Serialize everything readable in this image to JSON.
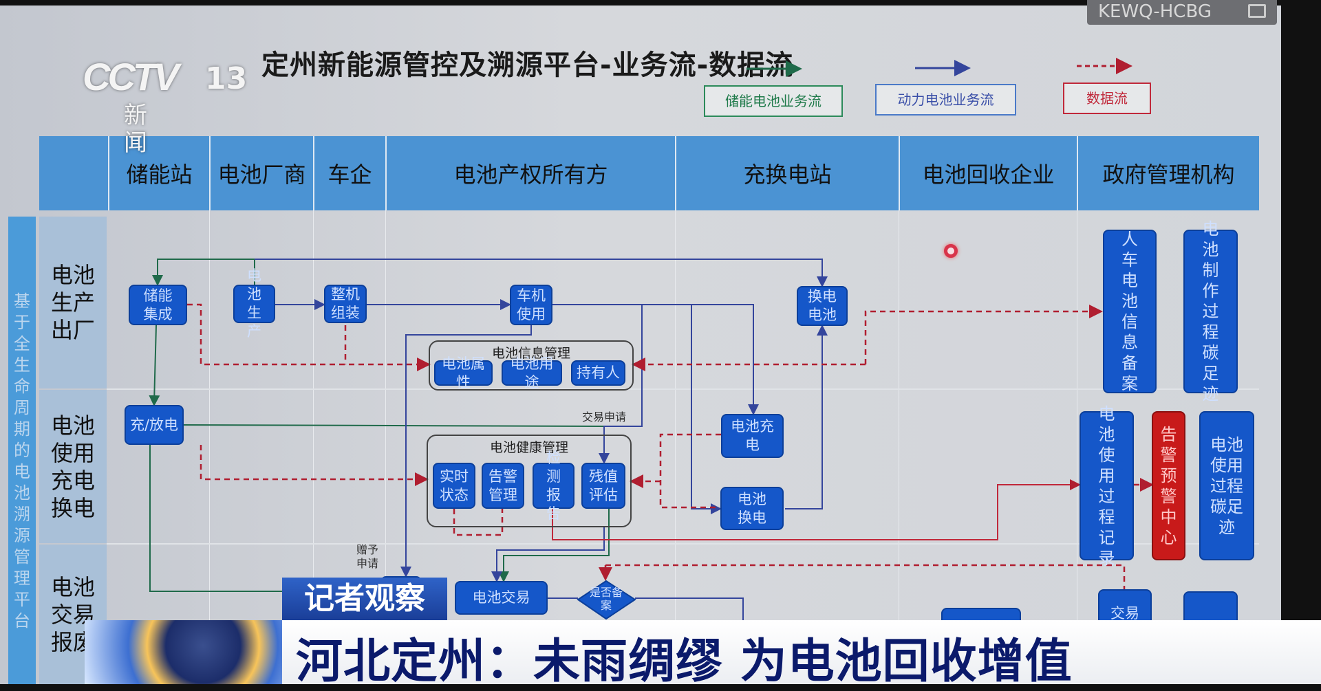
{
  "title": "定州新能源管控及溯源平台-业务流-数据流",
  "logo": {
    "brand": "CCTV",
    "channel": "13",
    "name": "新　闻"
  },
  "badge": "KEWQ-HCBG",
  "legend": [
    {
      "label": "储能电池业务流",
      "color": "#1f7a4a"
    },
    {
      "label": "动力电池业务流",
      "color": "#3a4fa8"
    },
    {
      "label": "数据流",
      "color": "#c0283a"
    }
  ],
  "columns": [
    "储能站",
    "电池厂商",
    "车企",
    "电池产权所有方",
    "充换电站",
    "电池回收企业",
    "政府管理机构"
  ],
  "sidebar": "基于全生命周期的电池溯源管理平台",
  "rows": [
    "电池生产出厂",
    "电池使用充电换电",
    "电池交易报废"
  ],
  "nodes": {
    "storage_integration": "储能集成",
    "battery_production": "电池生产",
    "vehicle_assembly": "整机组装",
    "vehicle_use": "车机使用",
    "swap_battery": "换电电池",
    "charge_discharge": "充/放电",
    "battery_charging": "电池充电",
    "battery_swap": "电池换电",
    "battery_trade": "电池交易",
    "filed_check": "是否备案",
    "info_group": "电池信息管理",
    "info_items": [
      "电池属性",
      "电池用途",
      "持有人"
    ],
    "health_group": "电池健康管理",
    "health_items": [
      "实时状态",
      "告警管理",
      "检测报告",
      "残值评估"
    ],
    "gov": [
      "人车电池信息备案",
      "电池制作过程碳足迹",
      "电池使用过程记录",
      "告警预警中心",
      "电池使用过程碳足迹"
    ],
    "trade_partial": "交易"
  },
  "labels": {
    "trade_request": "交易申请",
    "gift_request": "赠予申请"
  },
  "news": {
    "tag": "记者观察",
    "headline": "河北定州：未雨绸缪 为电池回收增值"
  }
}
